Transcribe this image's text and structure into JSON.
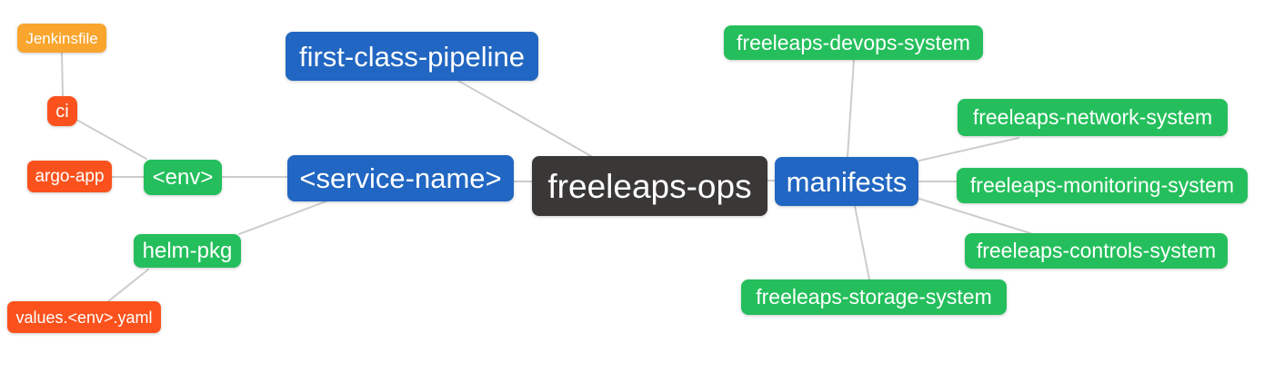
{
  "tree": {
    "label": "freeleaps-ops",
    "children": [
      {
        "label": "first-class-pipeline",
        "children": []
      },
      {
        "label": "<service-name>",
        "children": [
          {
            "label": "<env>",
            "children": [
              {
                "label": "ci",
                "children": [
                  {
                    "label": "Jenkinsfile",
                    "children": []
                  }
                ]
              },
              {
                "label": "argo-app",
                "children": []
              }
            ]
          },
          {
            "label": "helm-pkg",
            "children": [
              {
                "label": "values.<env>.yaml",
                "children": []
              }
            ]
          }
        ]
      },
      {
        "label": "manifests",
        "children": [
          {
            "label": "freeleaps-devops-system",
            "children": []
          },
          {
            "label": "freeleaps-network-system",
            "children": []
          },
          {
            "label": "freeleaps-monitoring-system",
            "children": []
          },
          {
            "label": "freeleaps-controls-system",
            "children": []
          },
          {
            "label": "freeleaps-storage-system",
            "children": []
          }
        ]
      }
    ]
  },
  "colors": {
    "root_node": "#3A3737",
    "depth1": "#2166C2",
    "depth2": "#24BF5C",
    "depth3": "#FB521D",
    "depth4": "#F9A52E",
    "edge": "#CCCCCC",
    "text": "#FFFFFF",
    "background": "#FFFFFF"
  }
}
